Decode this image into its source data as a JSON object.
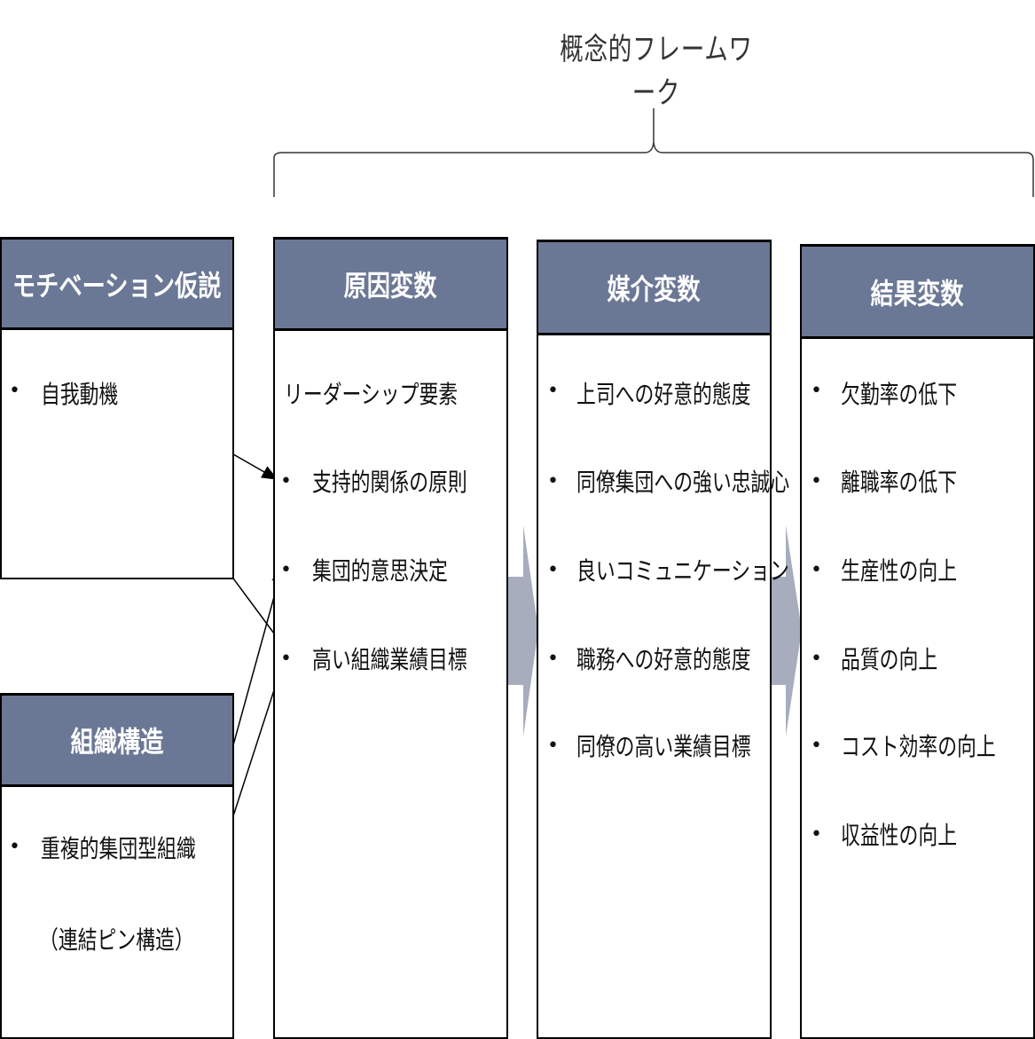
{
  "title": "概念的フレームワーク",
  "motivation": {
    "header": "モチベーション仮説",
    "items": [
      "自我動機"
    ]
  },
  "organization": {
    "header": "組織構造",
    "items": [
      "重複的集団型組織",
      "（連結ピン構造）"
    ]
  },
  "cause": {
    "header": "原因変数",
    "intro": "リーダーシップ要素",
    "items": [
      "支持的関係の原則",
      "集団的意思決定",
      "高い組織業績目標"
    ]
  },
  "mediator": {
    "header": "媒介変数",
    "items": [
      "上司への好意的態度",
      "同僚集団への強い忠誠心",
      "良いコミュニケーション",
      "職務への好意的態度",
      "同僚の高い業績目標"
    ]
  },
  "result": {
    "header": "結果変数",
    "items": [
      "欠勤率の低下",
      "離職率の低下",
      "生産性の向上",
      "品質の向上",
      "コスト効率の向上",
      "収益性の向上"
    ]
  },
  "colors": {
    "header_bg": "#6b7895",
    "flow_arrow": "#a7adbd"
  }
}
